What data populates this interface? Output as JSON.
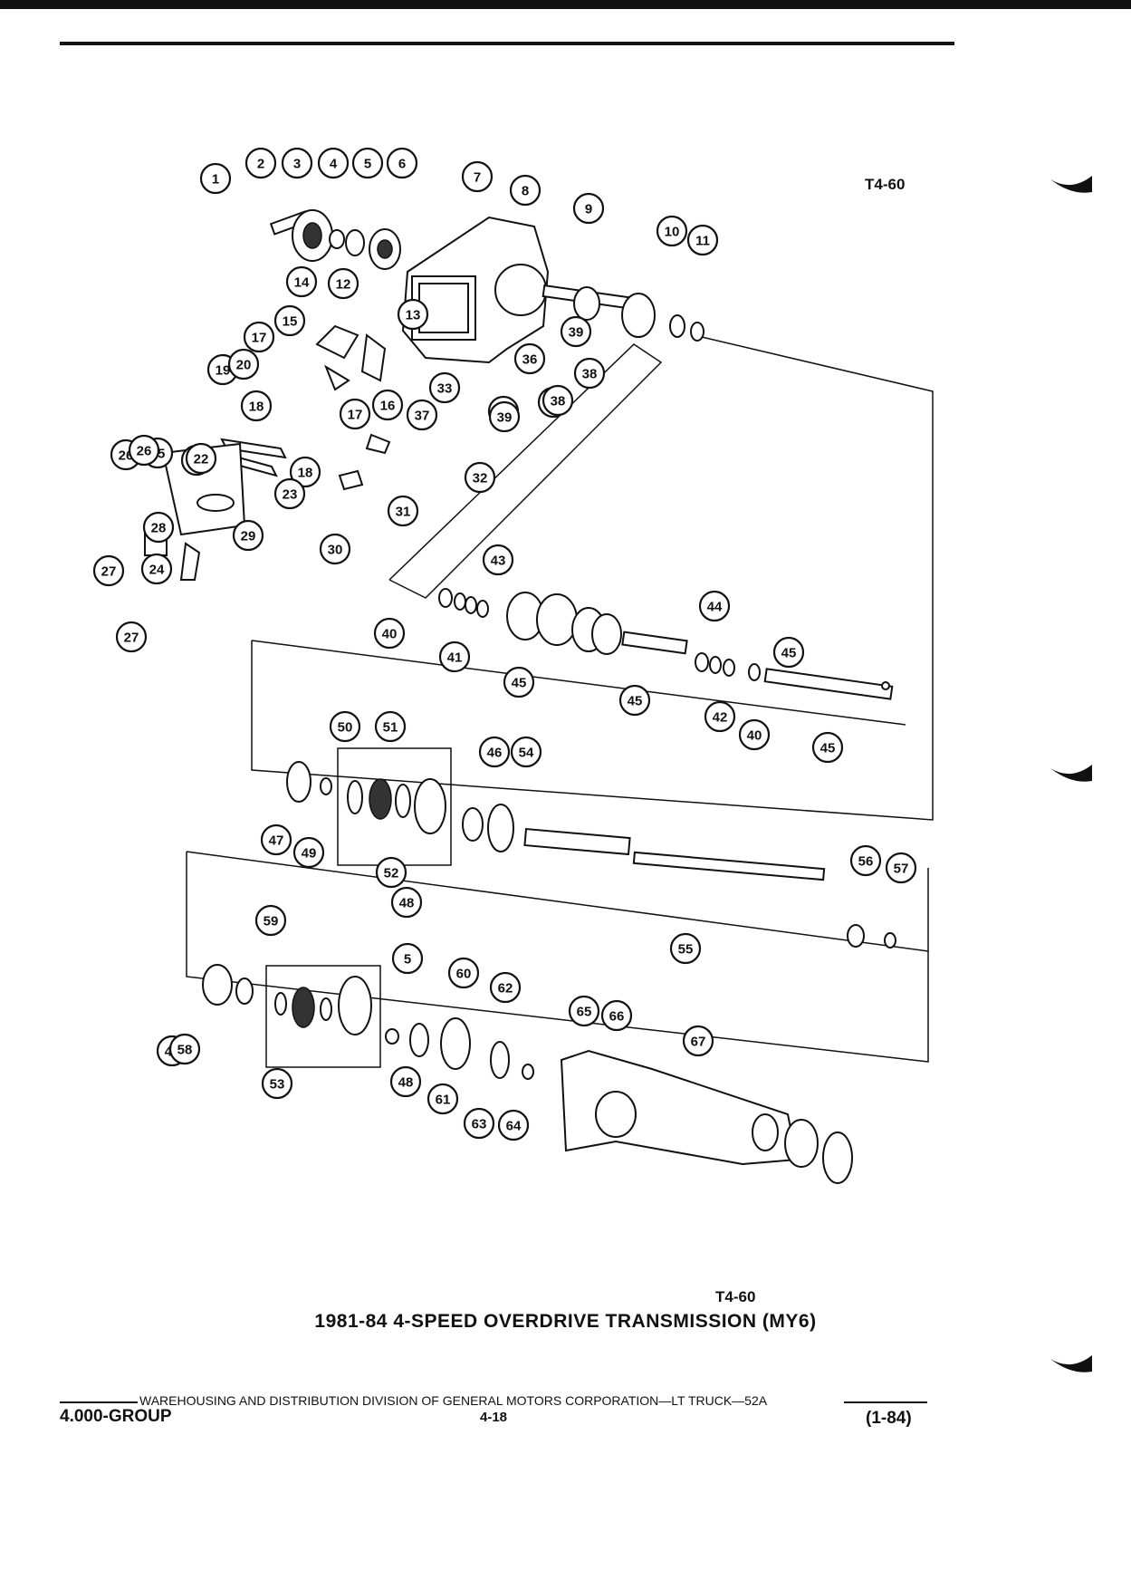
{
  "figure_code_top": "T4-60",
  "figure_code_bottom": "T4-60",
  "title": "1981-84 4-SPEED OVERDRIVE TRANSMISSION (MY6)",
  "footer": {
    "text": "WAREHOUSING AND DISTRIBUTION DIVISION OF GENERAL MOTORS CORPORATION—LT TRUCK—52A",
    "group": "4.000-GROUP",
    "page": "4-18",
    "date": "(1-84)"
  },
  "callouts": [
    "1",
    "2",
    "3",
    "4",
    "5",
    "6",
    "7",
    "8",
    "9",
    "10",
    "11",
    "12",
    "13",
    "14",
    "15",
    "16",
    "17",
    "17",
    "18",
    "18",
    "19",
    "20",
    "21",
    "22",
    "23",
    "24",
    "25",
    "26",
    "26",
    "27",
    "27",
    "28",
    "29",
    "30",
    "31",
    "32",
    "33",
    "34",
    "35",
    "36",
    "37",
    "38",
    "38",
    "39",
    "39",
    "40",
    "40",
    "41",
    "42",
    "43",
    "44",
    "45",
    "45",
    "45",
    "45",
    "46",
    "47",
    "48",
    "48",
    "49",
    "49",
    "50",
    "51",
    "52",
    "53",
    "54",
    "55",
    "56",
    "57",
    "58",
    "59",
    "5",
    "60",
    "61",
    "62",
    "63",
    "64",
    "65",
    "66",
    "67"
  ]
}
